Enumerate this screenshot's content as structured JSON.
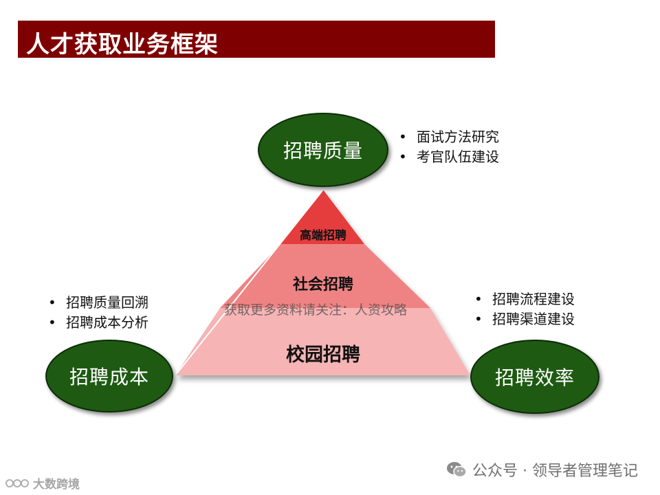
{
  "page": {
    "title": "人才获取业务框架"
  },
  "diagram": {
    "pyramid": {
      "tiers": [
        {
          "label": "高端招聘",
          "color": "#e53e3e"
        },
        {
          "label": "社会招聘",
          "color": "#ef8383"
        },
        {
          "label": "校园招聘",
          "color": "#f6b4b4"
        }
      ]
    },
    "nodes": {
      "quality": {
        "label": "招聘质量",
        "bullets": [
          "面试方法研究",
          "考官队伍建设"
        ]
      },
      "cost": {
        "label": "招聘成本",
        "bullets": [
          "招聘质量回溯",
          "招聘成本分析"
        ]
      },
      "efficiency": {
        "label": "招聘效率",
        "bullets": [
          "招聘流程建设",
          "招聘渠道建设"
        ]
      }
    },
    "node_color": "#1e5a12"
  },
  "watermark": "获取更多资料请关注：人资攻略",
  "footer": {
    "text": "公众号 · 领导者管理笔记",
    "icon": "wechat-icon"
  },
  "corner_watermark": "大数跨境",
  "colors": {
    "title_bar": "#7f0000",
    "title_text": "#ffffff"
  }
}
